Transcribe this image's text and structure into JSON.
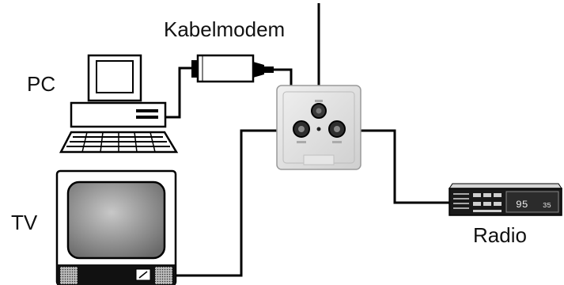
{
  "labels": {
    "modem": "Kabelmodem",
    "pc": "PC",
    "tv": "TV",
    "radio": "Radio"
  },
  "radio_display": {
    "main": "95",
    "sub": "35"
  },
  "colors": {
    "cable": "#000000",
    "socket_face": "#dcdcdc",
    "tv_screen": "#9a9a9a"
  }
}
